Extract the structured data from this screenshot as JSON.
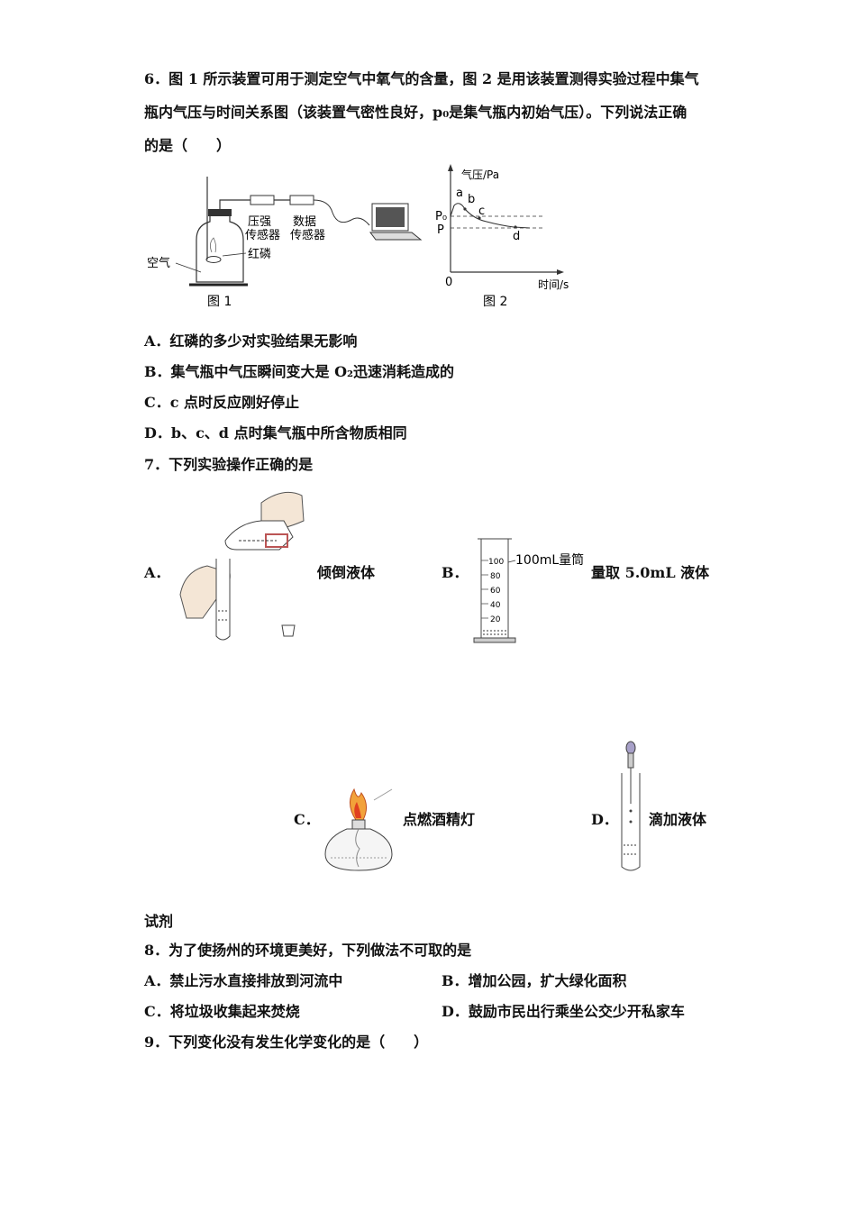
{
  "q6": {
    "line1": "6．图 1 所示装置可用于测定空气中氧气的含量，图 2 是用该装置测得实验过程中集气",
    "line2": "瓶内气压与时间关系图（该装置气密性良好，p₀是集气瓶内初始气压）。下列说法正确",
    "line3": "的是（　　）",
    "fig1": {
      "label_pressure_sensor_1": "压强",
      "label_pressure_sensor_2": "传感器",
      "label_data_sensor_1": "数据",
      "label_data_sensor_2": "传感器",
      "label_phosphorus": "红磷",
      "label_air": "空气",
      "caption": "图 1"
    },
    "fig2": {
      "ylabel": "气压/Pa",
      "xlabel": "时间/s",
      "origin": "0",
      "p0": "P₀",
      "p": "P",
      "point_a": "a",
      "point_b": "b",
      "point_c": "c",
      "point_d": "d",
      "caption": "图 2"
    },
    "options": [
      "A．红磷的多少对实验结果无影响",
      "B．集气瓶中气压瞬间变大是 O₂迅速消耗造成的",
      "C．c 点时反应刚好停止",
      "D．b、c、d 点时集气瓶中所含物质相同"
    ]
  },
  "q7": {
    "stem": "7．下列实验操作正确的是",
    "a_letter": "A．",
    "a_text": "倾倒液体",
    "b_letter": "B．",
    "b_text": "量取 5.0mL 液体",
    "b_cylinder_label": "100mL量筒",
    "b_ticks": [
      "100",
      "80",
      "60",
      "40",
      "20"
    ],
    "c_letter": "C．",
    "c_text": "点燃酒精灯",
    "d_letter": "D．",
    "d_text": "滴加液体",
    "d_continuation": "试剂"
  },
  "q8": {
    "stem": "8．为了使扬州的环境更美好，下列做法不可取的是",
    "options": [
      "A．禁止污水直接排放到河流中",
      "B．增加公园，扩大绿化面积",
      "C．将垃圾收集起来焚烧",
      "D．鼓励市民出行乘坐公交少开私家车"
    ]
  },
  "q9": {
    "stem": "9．下列变化没有发生化学变化的是（　　）"
  }
}
